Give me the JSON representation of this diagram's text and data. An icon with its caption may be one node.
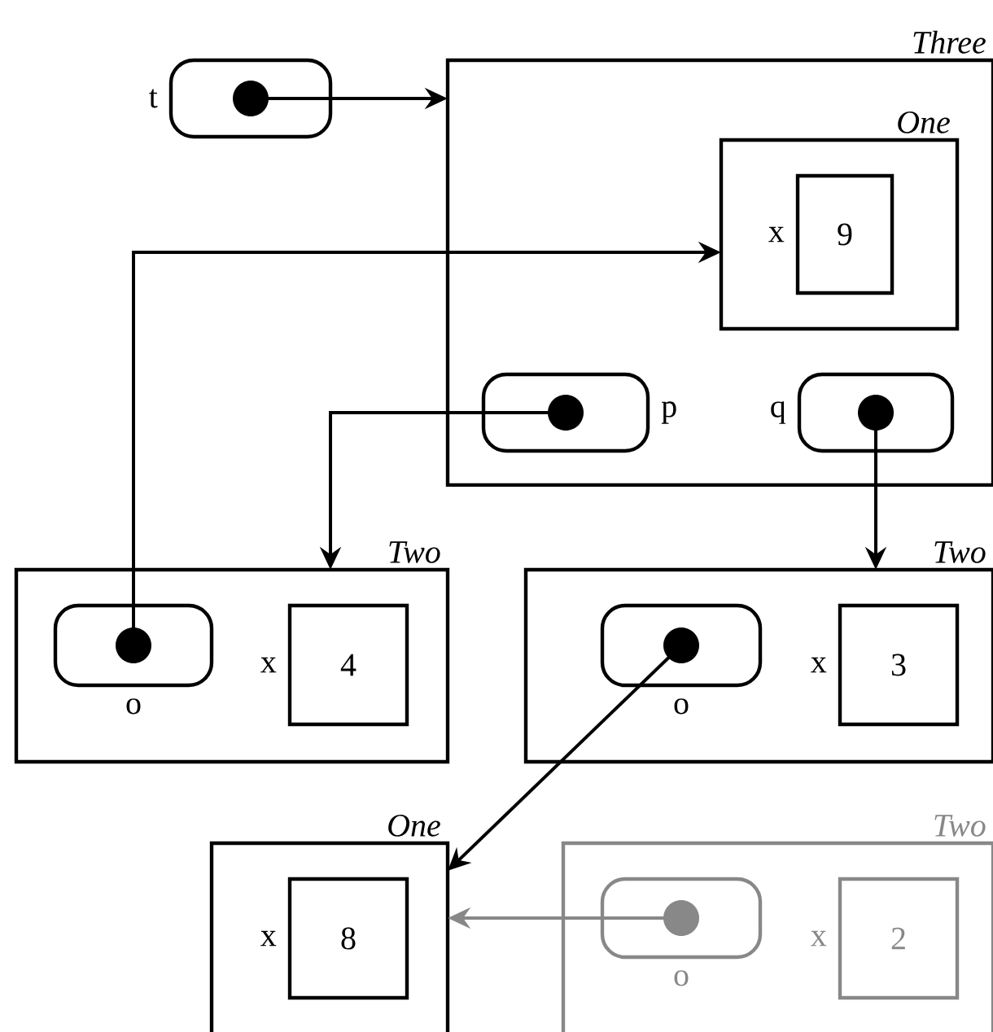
{
  "diagram": {
    "nodes": [
      {
        "text": [
          "Three"
        ]
      },
      {
        "text": [
          "One"
        ],
        "in": 0
      },
      {
        "text": [
          "9"
        ],
        "in": 1,
        "beside": [
          "x"
        ]
      },
      {
        "text": [],
        "shape": "box",
        "in": 0,
        "beside": [
          "p"
        ]
      },
      {
        "text": [],
        "shape": "box",
        "in": 0,
        "beside": [
          "q"
        ]
      },
      {
        "text": [],
        "shape": "box",
        "beside": [
          "t"
        ]
      },
      {
        "text": [
          "Two"
        ]
      },
      {
        "text": [],
        "shape": "box",
        "in": 6,
        "beside": [
          "o"
        ]
      },
      {
        "text": [
          "4"
        ],
        "in": 6,
        "beside": [
          "x"
        ]
      },
      {
        "text": [
          "Two"
        ]
      },
      {
        "text": [],
        "shape": "box",
        "in": 9,
        "beside": [
          "o"
        ]
      },
      {
        "text": [
          "3"
        ],
        "in": 9,
        "beside": [
          "x"
        ]
      },
      {
        "text": [
          "One"
        ]
      },
      {
        "text": [
          "8"
        ],
        "in": 12,
        "beside": [
          "x"
        ]
      },
      {
        "text": [
          "Two"
        ]
      },
      {
        "text": [],
        "shape": "box",
        "in": 14,
        "beside": [
          "o"
        ]
      },
      {
        "text": [
          "2"
        ],
        "in": 14,
        "beside": [
          "x"
        ]
      }
    ],
    "edges": [
      {
        "from": 5,
        "to": 0,
        "arrow": "to"
      },
      {
        "from": 7,
        "to": 1,
        "arrow": "to"
      },
      {
        "from": 3,
        "to": 6,
        "arrow": "to"
      },
      {
        "from": 4,
        "to": 9,
        "arrow": "to"
      },
      {
        "from": 10,
        "to": 12,
        "arrow": "to"
      },
      {
        "from": 15,
        "to": 12,
        "arrow": "to",
        "color": "#888888"
      }
    ]
  }
}
